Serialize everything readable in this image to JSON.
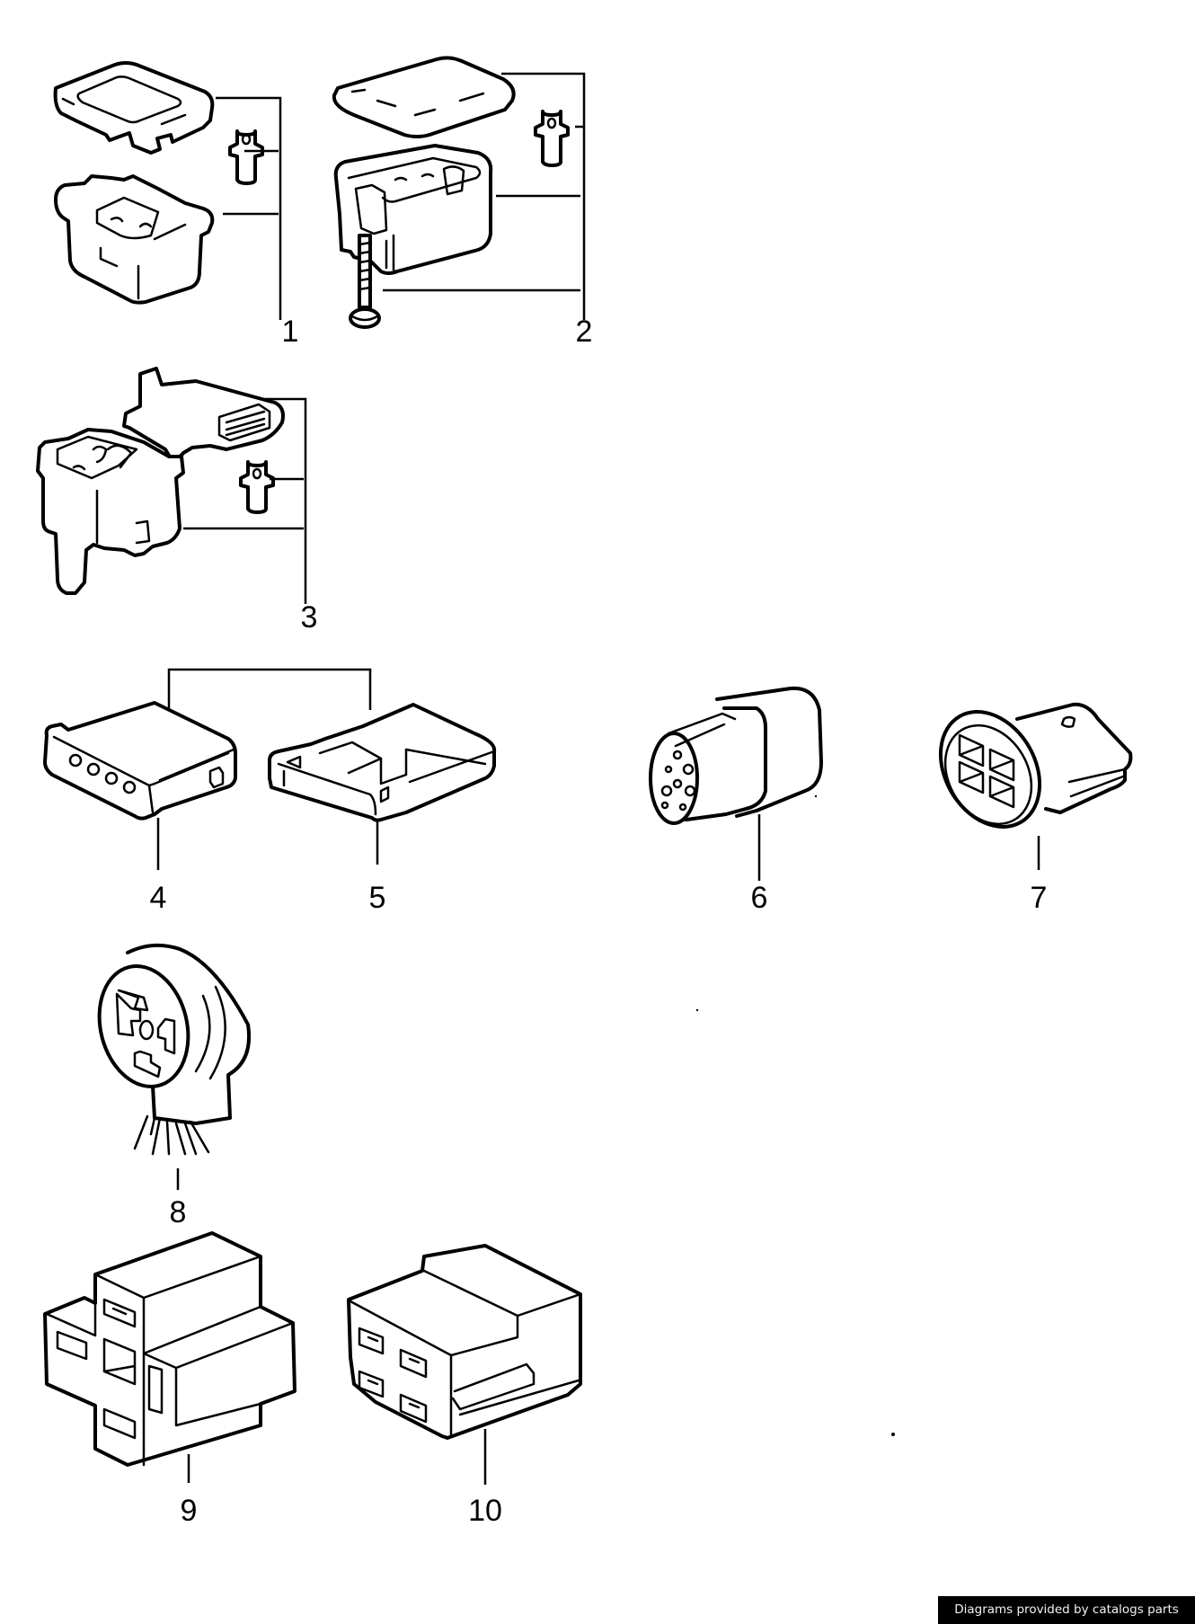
{
  "diagram": {
    "title": "Electrical connectors / relay sockets exploded parts diagram",
    "callouts": [
      {
        "number": "1",
        "part": "relay-socket-housing-with-cover-and-terminal"
      },
      {
        "number": "2",
        "part": "relay-box-with-lid-terminal-and-screw"
      },
      {
        "number": "3",
        "part": "relay-holder-with-hinged-cover-and-terminal"
      },
      {
        "number": "4",
        "part": "4-pin-flat-connector-housing"
      },
      {
        "number": "5",
        "part": "flat-connector-housing-with-latch"
      },
      {
        "number": "6",
        "part": "round-multi-pin-connector"
      },
      {
        "number": "7",
        "part": "oval-4-pin-connector"
      },
      {
        "number": "8",
        "part": "round-4-pin-socket-with-wires"
      },
      {
        "number": "9",
        "part": "cross-shaped-relay-socket"
      },
      {
        "number": "10",
        "part": "4-pin-relay-socket"
      }
    ]
  },
  "footer": {
    "credit_text": "Diagrams provided by catalogs parts"
  },
  "colors": {
    "line": "#000000",
    "background": "#ffffff",
    "credit_background": "#000000",
    "credit_text": "#f2f2f2"
  }
}
